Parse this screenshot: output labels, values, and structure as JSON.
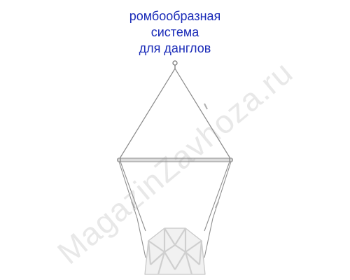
{
  "caption": {
    "line1": "ромбообразная",
    "line2": "система",
    "line3": "для данглов"
  },
  "watermark": "MagazinZavhoza.ru",
  "colors": {
    "caption": "#1a2bb8",
    "rope": "#8a8a8a",
    "bar": "#9a9a9a",
    "seat_frame": "#e6e6e6",
    "seat_outline": "#c8c8c8"
  }
}
